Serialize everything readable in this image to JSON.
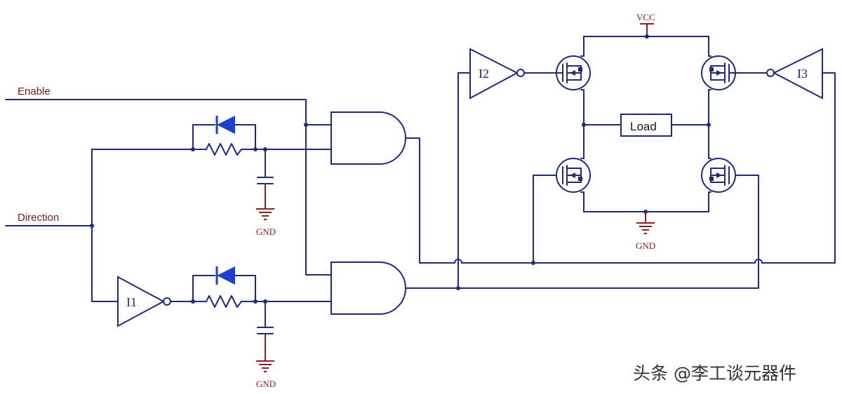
{
  "labels": {
    "enable": "Enable",
    "direction": "Direction",
    "vcc": "VCC",
    "gnd1": "GND",
    "gnd2": "GND",
    "gnd3": "GND",
    "i1": "I1",
    "i2": "I2",
    "i3": "I3",
    "load": "Load"
  },
  "watermark": "头条 @李工谈元器件",
  "colors": {
    "wire": "#1f2a7a",
    "diode": "#1a3fd1",
    "ground": "#8b2020",
    "net_label": "#7a1a1a"
  }
}
